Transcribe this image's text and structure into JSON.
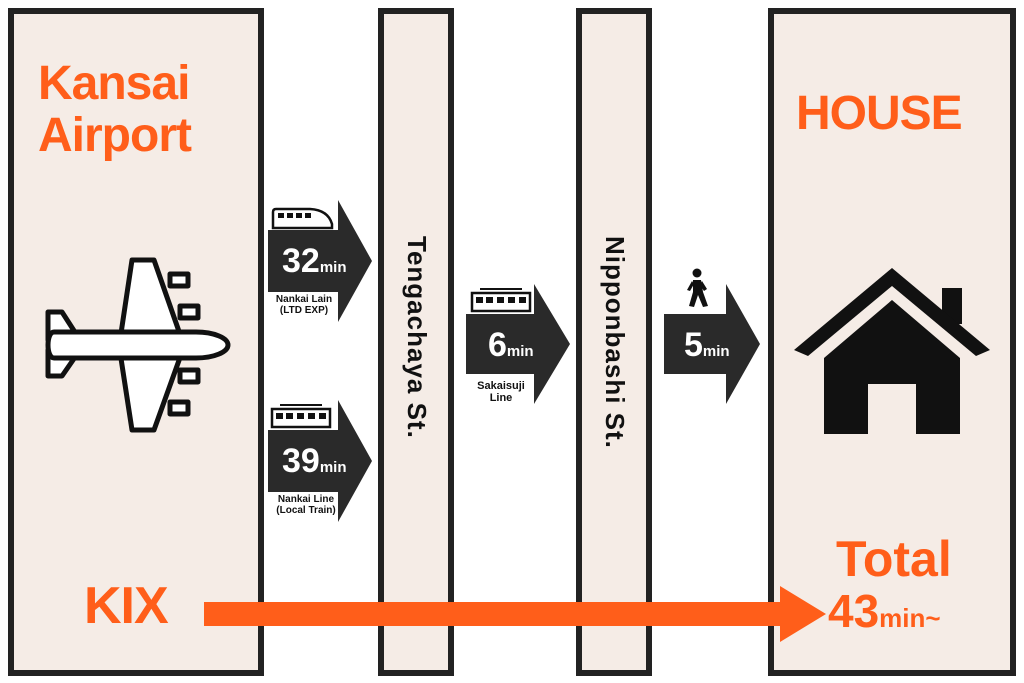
{
  "left_panel": {
    "title_line1": "Kansai",
    "title_line2": "Airport",
    "code": "KIX"
  },
  "right_panel": {
    "title": "HOUSE",
    "total_label": "Total",
    "total_value": "43",
    "total_unit": "min~"
  },
  "stations": [
    {
      "name": "Tengachaya St."
    },
    {
      "name": "Nipponbashi St."
    }
  ],
  "legs": [
    {
      "time": "32",
      "unit": "min",
      "line1": "Nankai Lain",
      "line2": "(LTD EXP)",
      "icon": "express-train-icon"
    },
    {
      "time": "39",
      "unit": "min",
      "line1": "Nankai Line",
      "line2": "(Local Train)",
      "icon": "local-train-icon"
    },
    {
      "time": "6",
      "unit": "min",
      "line1": "Sakaisuji",
      "line2": "Line",
      "icon": "local-train-icon"
    },
    {
      "time": "5",
      "unit": "min",
      "icon": "walking-person-icon"
    }
  ],
  "colors": {
    "accent": "#ff5e1a",
    "dark": "#222222",
    "panel": "#f5ece6"
  }
}
